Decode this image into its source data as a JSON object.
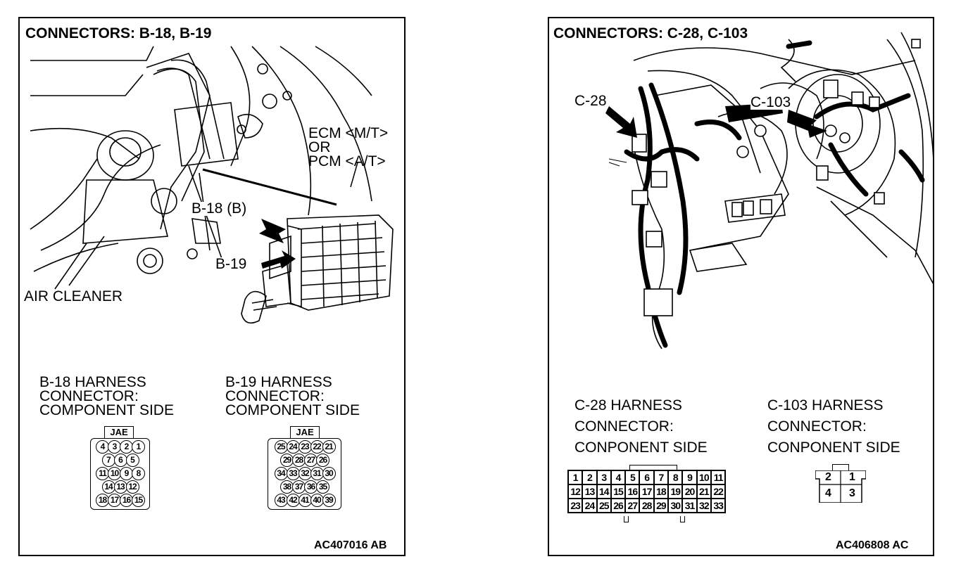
{
  "left": {
    "title": "CONNECTORS: B-18, B-19",
    "labels": {
      "ecm1": "ECM <M/T>",
      "ecm2": "OR",
      "ecm3": "PCM <A/T>",
      "b18": "B-18 (B)",
      "b19": "B-19",
      "air": "AIR CLEANER"
    },
    "conn_a": {
      "line1": "B-18 HARNESS",
      "line2": "CONNECTOR:",
      "line3": "COMPONENT SIDE",
      "brand": "JAE",
      "rows": [
        [
          "4",
          "3",
          "2",
          "1"
        ],
        [
          "7",
          "6",
          "5"
        ],
        [
          "11",
          "10",
          "9",
          "8"
        ],
        [
          "14",
          "13",
          "12"
        ],
        [
          "18",
          "17",
          "16",
          "15"
        ]
      ]
    },
    "conn_b": {
      "line1": "B-19 HARNESS",
      "line2": "CONNECTOR:",
      "line3": "COMPONENT SIDE",
      "brand": "JAE",
      "rows": [
        [
          "25",
          "24",
          "23",
          "22",
          "21"
        ],
        [
          "29",
          "28",
          "27",
          "26"
        ],
        [
          "34",
          "33",
          "32",
          "31",
          "30"
        ],
        [
          "38",
          "37",
          "36",
          "35"
        ],
        [
          "43",
          "42",
          "41",
          "40",
          "39"
        ]
      ]
    },
    "code": "AC407016 AB"
  },
  "right": {
    "title": "CONNECTORS: C-28, C-103",
    "labels": {
      "c28": "C-28",
      "c103": "C-103"
    },
    "conn_a": {
      "line1": "C-28 HARNESS",
      "line2": "CONNECTOR:",
      "line3": "CONPONENT SIDE",
      "rows": [
        [
          "1",
          "2",
          "3",
          "4",
          "5",
          "6",
          "7",
          "8",
          "9",
          "10",
          "11"
        ],
        [
          "12",
          "13",
          "14",
          "15",
          "16",
          "17",
          "18",
          "19",
          "20",
          "21",
          "22"
        ],
        [
          "23",
          "24",
          "25",
          "26",
          "27",
          "28",
          "29",
          "30",
          "31",
          "32",
          "33"
        ]
      ]
    },
    "conn_b": {
      "line1": "C-103 HARNESS",
      "line2": "CONNECTOR:",
      "line3": "CONPONENT SIDE",
      "rows": [
        [
          "2",
          "1"
        ],
        [
          "4",
          "3"
        ]
      ]
    },
    "code": "AC406808 AC"
  }
}
